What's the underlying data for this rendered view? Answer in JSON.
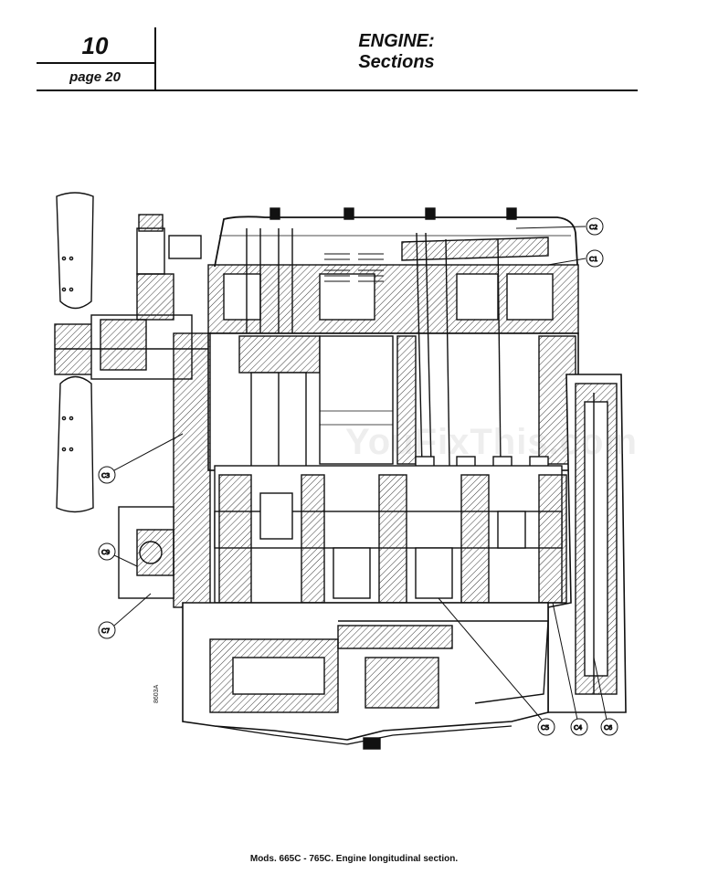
{
  "header": {
    "section_number": "10",
    "page_label": "page 20",
    "title_line1": "ENGINE:",
    "title_line2": "Sections"
  },
  "figure": {
    "code": "8603A",
    "watermark": "YouFixThis.com",
    "callouts": [
      "C1",
      "C2",
      "C3",
      "C4",
      "C5",
      "C6",
      "C7",
      "C9"
    ]
  },
  "caption": "Mods. 665C - 765C. Engine longitudinal section."
}
